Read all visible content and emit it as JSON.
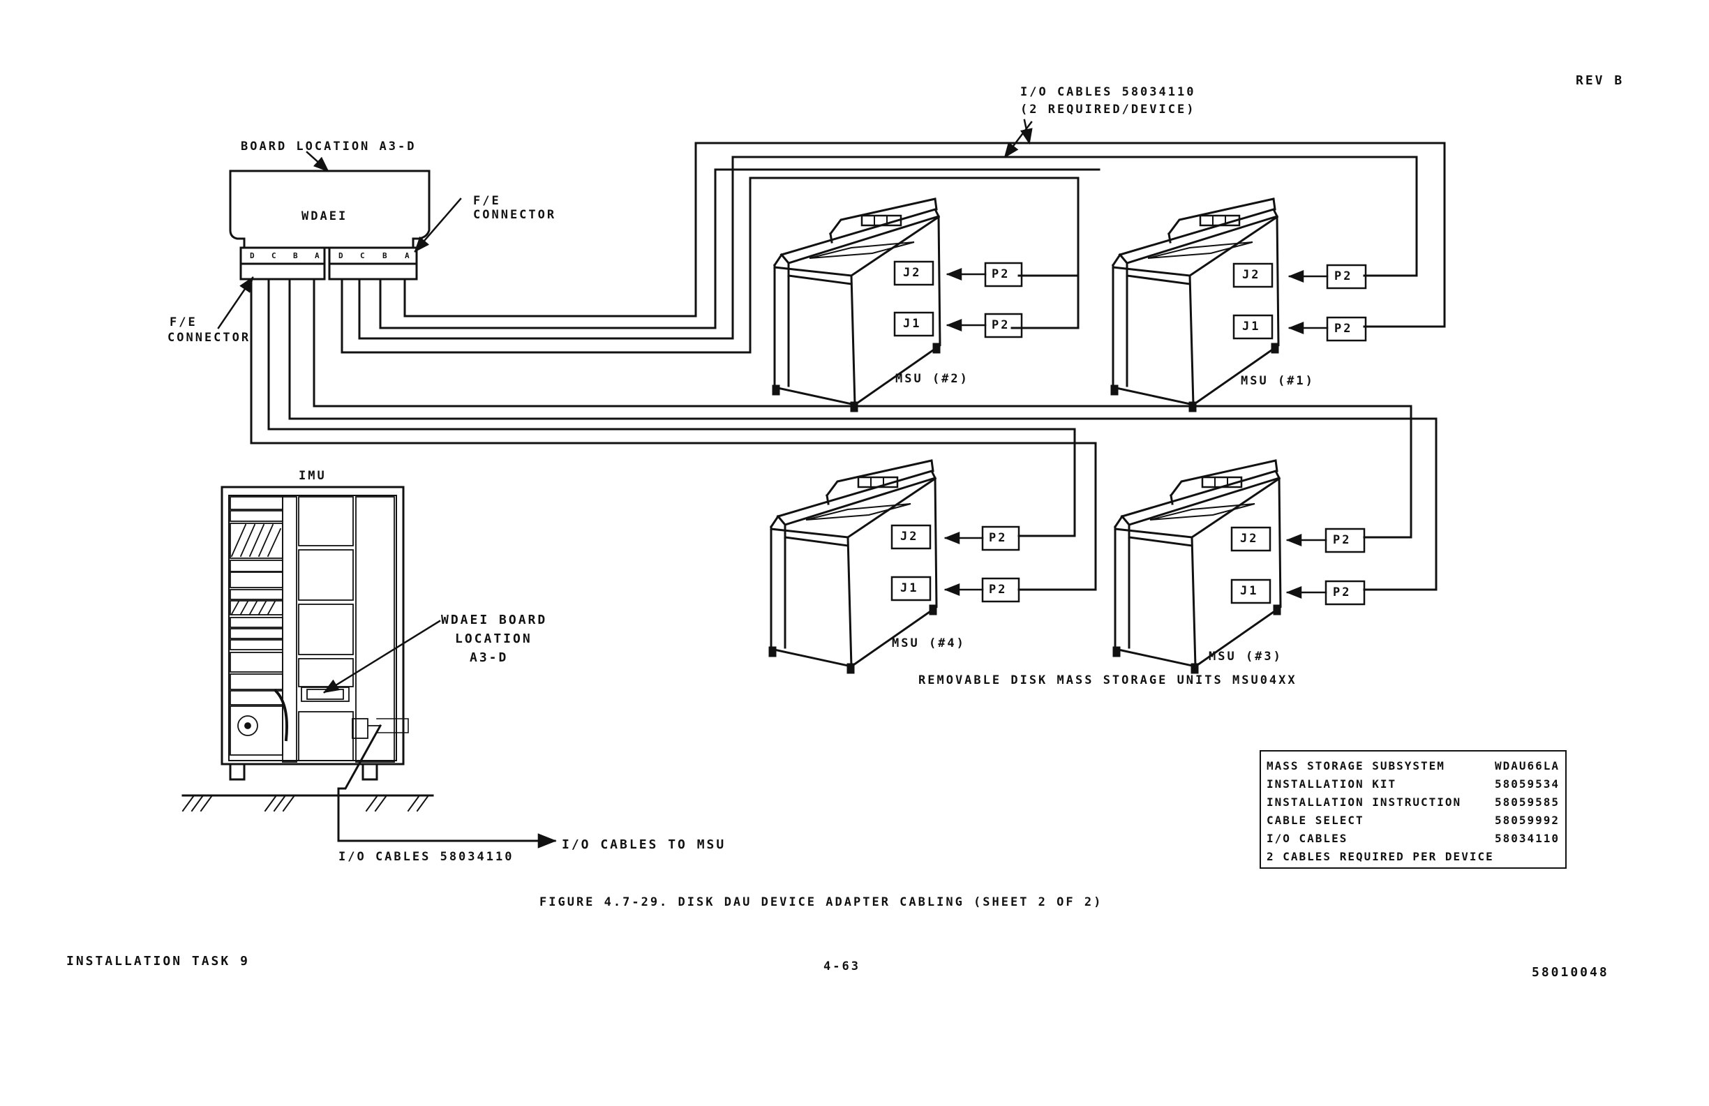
{
  "header": {
    "revision": "REV B"
  },
  "adapter": {
    "board_location_label": "BOARD LOCATION A3-D",
    "board_name": "WDAEI",
    "fe_connector_right": [
      "F/E",
      "CONNECTOR"
    ],
    "fe_connector_left": [
      "F/E",
      "CONNECTOR"
    ],
    "pin_letters": [
      "D",
      "C",
      "B",
      "A"
    ]
  },
  "io_cables_callout": [
    "I/O CABLES 58034110",
    "(2 REQUIRED/DEVICE)"
  ],
  "msu_units": [
    {
      "label": "MSU (#2)",
      "jacks": [
        "J2",
        "J1"
      ],
      "plugs": [
        "P2",
        "P2"
      ]
    },
    {
      "label": "MSU (#1)",
      "jacks": [
        "J2",
        "J1"
      ],
      "plugs": [
        "P2",
        "P2"
      ]
    },
    {
      "label": "MSU (#4)",
      "jacks": [
        "J2",
        "J1"
      ],
      "plugs": [
        "P2",
        "P2"
      ]
    },
    {
      "label": "MSU (#3)",
      "jacks": [
        "J2",
        "J1"
      ],
      "plugs": [
        "P2",
        "P2"
      ]
    }
  ],
  "msu_caption": "REMOVABLE DISK MASS STORAGE UNITS MSU04XX",
  "imu": {
    "title": "IMU",
    "wdaei_location": [
      "WDAEI BOARD",
      "LOCATION",
      "A3-D"
    ],
    "bottom_cable_label": "I/O CABLES 58034110",
    "to_msu_label": "I/O CABLES TO MSU"
  },
  "kit_table": [
    {
      "label": "MASS STORAGE SUBSYSTEM",
      "value": "WDAU66LA"
    },
    {
      "label": "INSTALLATION KIT",
      "value": "58059534"
    },
    {
      "label": "INSTALLATION INSTRUCTION",
      "value": "58059585"
    },
    {
      "label": "CABLE SELECT",
      "value": "58059992"
    },
    {
      "label": "I/O CABLES",
      "value": "58034110"
    },
    {
      "label": "2 CABLES REQUIRED PER DEVICE",
      "value": ""
    }
  ],
  "figure_caption": "FIGURE 4.7-29.  DISK DAU DEVICE ADAPTER CABLING (SHEET 2 OF 2)",
  "footer": {
    "left": "INSTALLATION TASK 9",
    "center": "4-63",
    "right": "58010048"
  }
}
